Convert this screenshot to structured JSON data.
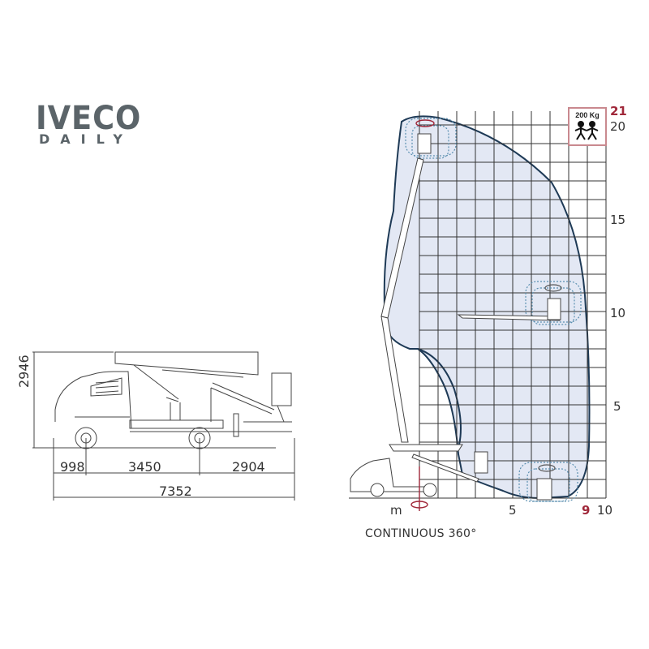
{
  "brand": {
    "name": "IVECO",
    "model": "DAILY"
  },
  "side_view": {
    "height_dim": "2946",
    "segments": [
      "998",
      "3450",
      "2904"
    ],
    "total_length": "7352"
  },
  "working_diagram": {
    "unit_label": "m",
    "x_ticks": [
      "5",
      "10"
    ],
    "x_max_reach": "9",
    "y_ticks": [
      "5",
      "10",
      "15",
      "20"
    ],
    "y_max_height": "21",
    "capacity_badge": {
      "load": "200 Kg",
      "icon": "two-persons-icon"
    },
    "caption": "CONTINUOUS 360°",
    "colors": {
      "envelope_fill": "#e3e8f4",
      "envelope_stroke": "#1e3a56",
      "grid": "#333333",
      "accent": "#a0283a",
      "dotted": "#5a8fb0"
    }
  },
  "chart_data": {
    "type": "area",
    "title": "Working range diagram",
    "xlabel": "m",
    "ylabel": "",
    "xlim": [
      0,
      10
    ],
    "ylim": [
      0,
      21
    ],
    "x_ticks": [
      5,
      10
    ],
    "y_ticks": [
      5,
      10,
      15,
      20
    ],
    "annotations": [
      "21 (max working height)",
      "9 (max outreach)",
      "200 Kg",
      "CONTINUOUS 360°"
    ],
    "envelope_outline": [
      [
        -1,
        20.5
      ],
      [
        0,
        20.9
      ],
      [
        2,
        20.6
      ],
      [
        4,
        19.2
      ],
      [
        6,
        16.2
      ],
      [
        8,
        12.0
      ],
      [
        8.6,
        8
      ],
      [
        8.8,
        4
      ],
      [
        8.7,
        1
      ],
      [
        8.2,
        0.3
      ],
      [
        7,
        0
      ],
      [
        6,
        0
      ],
      [
        3,
        1.6
      ],
      [
        2.1,
        2
      ],
      [
        2.2,
        6
      ],
      [
        1,
        9.6
      ],
      [
        -2,
        10
      ],
      [
        -2,
        20
      ]
    ]
  }
}
